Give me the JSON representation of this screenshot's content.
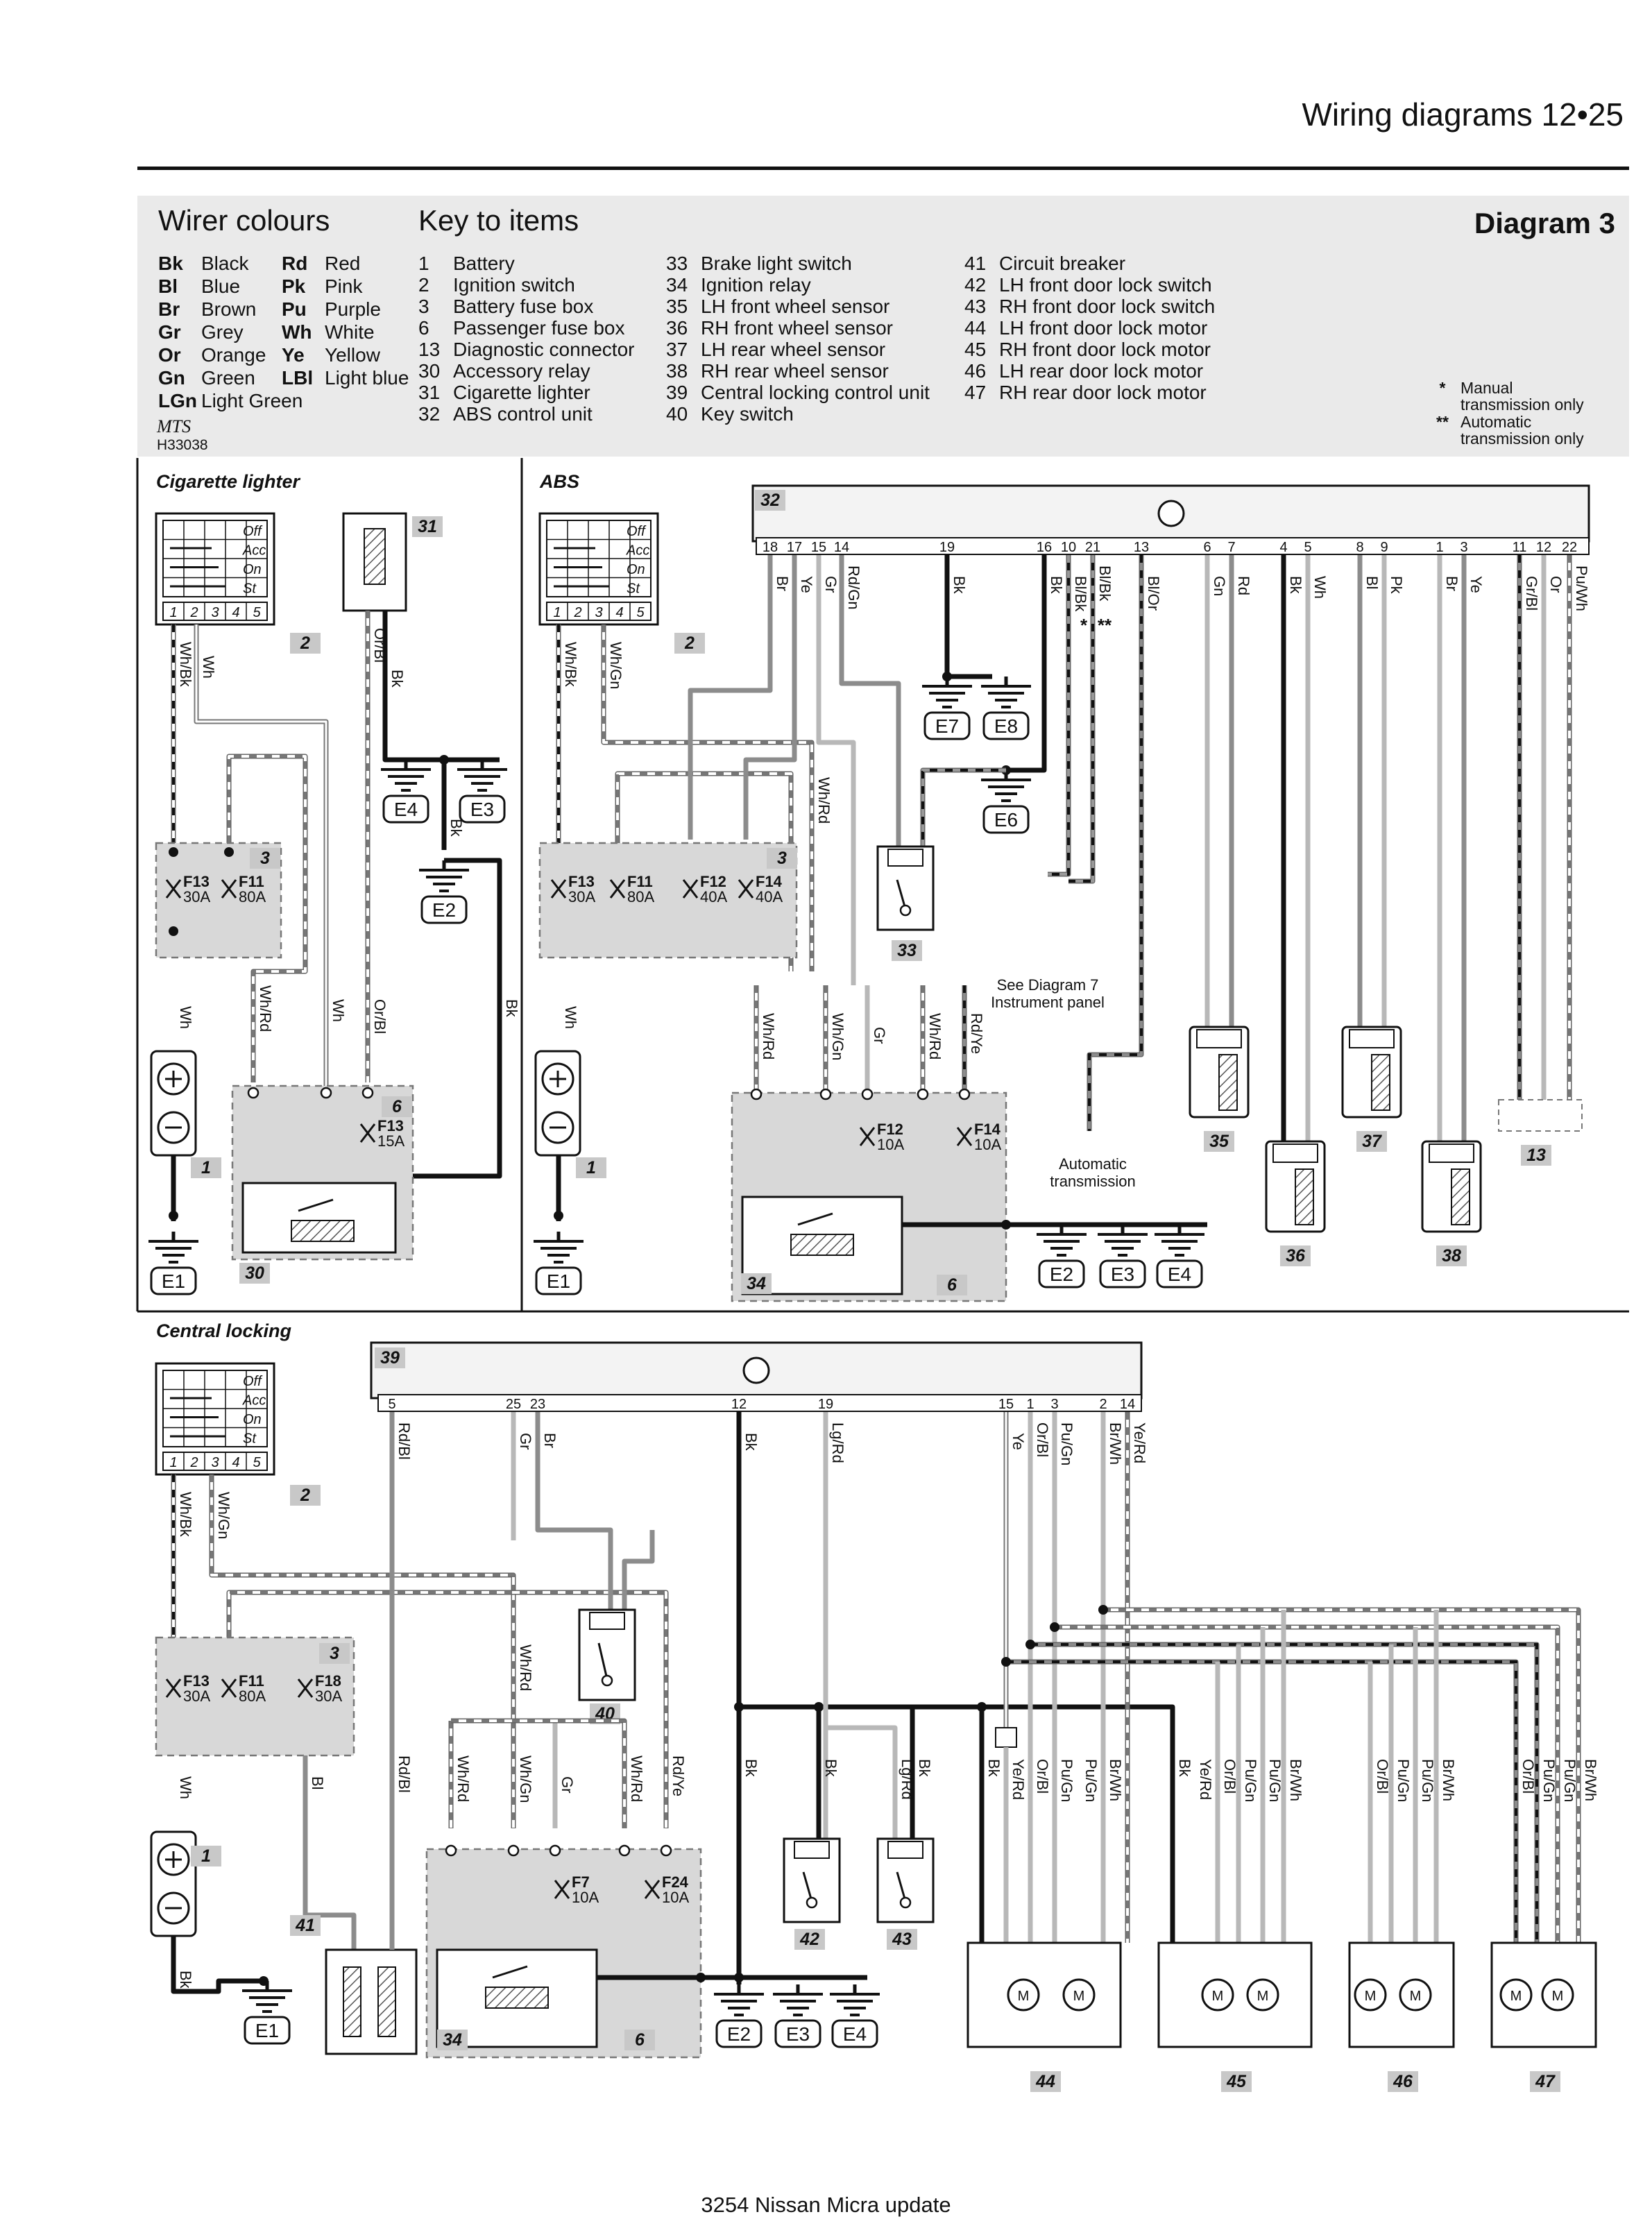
{
  "header": {
    "title": "Wiring diagrams 12•25"
  },
  "legend": {
    "wire_colours_title": "Wirer colours",
    "key_title": "Key to items",
    "diagram_label": "Diagram 3",
    "wire_colours": [
      [
        {
          "code": "Bk",
          "name": "Black"
        },
        {
          "code": "Rd",
          "name": "Red"
        }
      ],
      [
        {
          "code": "Bl",
          "name": "Blue"
        },
        {
          "code": "Pk",
          "name": "Pink"
        }
      ],
      [
        {
          "code": "Br",
          "name": "Brown"
        },
        {
          "code": "Pu",
          "name": "Purple"
        }
      ],
      [
        {
          "code": "Gr",
          "name": "Grey"
        },
        {
          "code": "Wh",
          "name": "White"
        }
      ],
      [
        {
          "code": "Or",
          "name": "Orange"
        },
        {
          "code": "Ye",
          "name": "Yellow"
        }
      ],
      [
        {
          "code": "Gn",
          "name": "Green"
        },
        {
          "code": "LBl",
          "name": "Light blue"
        }
      ],
      [
        {
          "code": "LGn",
          "name": "Light Green"
        }
      ]
    ],
    "key_items": [
      [
        {
          "num": "1",
          "label": "Battery"
        },
        {
          "num": "2",
          "label": "Ignition switch"
        },
        {
          "num": "3",
          "label": "Battery fuse box"
        },
        {
          "num": "6",
          "label": "Passenger fuse box"
        },
        {
          "num": "13",
          "label": "Diagnostic connector"
        },
        {
          "num": "30",
          "label": "Accessory relay"
        },
        {
          "num": "31",
          "label": "Cigarette lighter"
        },
        {
          "num": "32",
          "label": "ABS control unit"
        }
      ],
      [
        {
          "num": "33",
          "label": "Brake light switch"
        },
        {
          "num": "34",
          "label": "Ignition relay"
        },
        {
          "num": "35",
          "label": "LH front wheel sensor"
        },
        {
          "num": "36",
          "label": "RH front wheel sensor"
        },
        {
          "num": "37",
          "label": "LH rear wheel sensor"
        },
        {
          "num": "38",
          "label": "RH rear wheel sensor"
        },
        {
          "num": "39",
          "label": "Central locking control unit"
        },
        {
          "num": "40",
          "label": "Key switch"
        }
      ],
      [
        {
          "num": "41",
          "label": "Circuit breaker"
        },
        {
          "num": "42",
          "label": "LH front door lock switch"
        },
        {
          "num": "43",
          "label": "RH front door lock switch"
        },
        {
          "num": "44",
          "label": "LH front door lock motor"
        },
        {
          "num": "45",
          "label": "RH front door lock motor"
        },
        {
          "num": "46",
          "label": "LH rear door lock motor"
        },
        {
          "num": "47",
          "label": "RH rear door lock motor"
        }
      ]
    ],
    "notes": [
      {
        "symbol": "*",
        "line1": "Manual",
        "line2": "transmission only"
      },
      {
        "symbol": "**",
        "line1": "Automatic",
        "line2": "transmission only"
      }
    ],
    "logo_text": "MTS",
    "ref_code": "H33038"
  },
  "sections": {
    "cigarette": "Cigarette lighter",
    "abs": "ABS",
    "central": "Central locking"
  },
  "switch_positions": [
    "Off",
    "Acc",
    "On",
    "St"
  ],
  "switch_terminals": [
    "1",
    "2",
    "3",
    "4",
    "5"
  ],
  "item_numbers": {
    "i1": "1",
    "i2": "2",
    "i3": "3",
    "i6": "6",
    "i13": "13",
    "i30": "30",
    "i31": "31",
    "i32": "32",
    "i33": "33",
    "i34": "34",
    "i35": "35",
    "i36": "36",
    "i37": "37",
    "i38": "38",
    "i39": "39",
    "i40": "40",
    "i41": "41",
    "i42": "42",
    "i43": "43",
    "i44": "44",
    "i45": "45",
    "i46": "46",
    "i47": "47"
  },
  "grounds": {
    "e1": "E1",
    "e2": "E2",
    "e3": "E3",
    "e4": "E4",
    "e6": "E6",
    "e7": "E7",
    "e8": "E8"
  },
  "fuses": {
    "f13": "F13",
    "f11": "F11",
    "f12": "F12",
    "f14": "F14",
    "f18": "F18",
    "f7": "F7",
    "f24": "F24",
    "a30": "30A",
    "a80": "80A",
    "a40": "40A",
    "a15": "15A",
    "a10": "10A"
  },
  "wire_labels": {
    "whbk": "Wh/Bk",
    "wh": "Wh",
    "orbl": "Or/Bl",
    "bk": "Bk",
    "whrd": "Wh/Rd",
    "whgn": "Wh/Gn",
    "gr": "Gr",
    "rdye": "Rd/Ye",
    "br": "Br",
    "ye": "Ye",
    "rdgn": "Rd/Gn",
    "blbk": "Bl/Bk",
    "blor": "Bl/Or",
    "gn": "Gn",
    "rd": "Rd",
    "bl": "Bl",
    "pk": "Pk",
    "grbl": "Gr/Bl",
    "or": "Or",
    "puwh": "Pu/Wh",
    "rdbl": "Rd/Bl",
    "lgrd": "Lg/Rd",
    "pugn": "Pu/Gn",
    "brwh": "Br/Wh",
    "yerd": "Ye/Rd",
    "yerd2": "Ye/Rd"
  },
  "pins32": [
    "18",
    "17",
    "15",
    "14",
    "19",
    "16",
    "10",
    "21",
    "13",
    "6",
    "7",
    "4",
    "5",
    "8",
    "9",
    "1",
    "3",
    "11",
    "12",
    "22"
  ],
  "pins39": [
    "5",
    "25",
    "23",
    "12",
    "19",
    "15",
    "1",
    "3",
    "2",
    "14"
  ],
  "annotations": {
    "see_diag_1": "See Diagram 7",
    "see_diag_2": "Instrument panel",
    "auto_1": "Automatic",
    "auto_2": "transmission",
    "star1": "*",
    "star2": "**"
  },
  "footer": {
    "text": "3254 Nissan Micra update"
  }
}
